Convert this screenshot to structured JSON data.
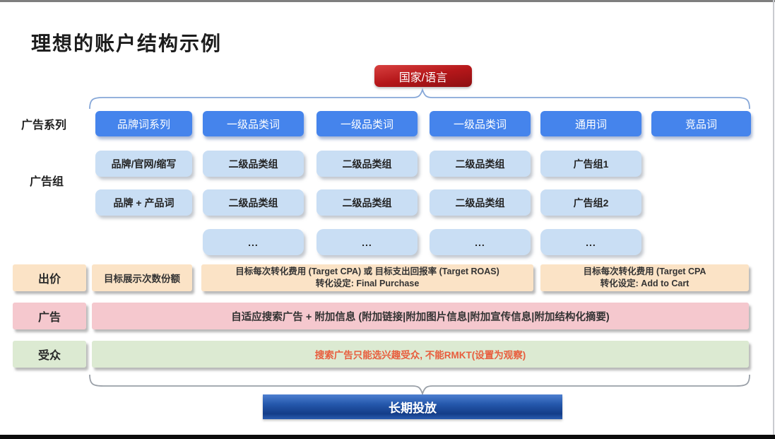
{
  "title": "理想的账户结构示例",
  "badge_label": "国家/语言",
  "row_labels": {
    "campaign": "广告系列",
    "ad_group": "广告组",
    "bid": "出价",
    "ad": "广告",
    "audience": "受众"
  },
  "campaigns": [
    "品牌词系列",
    "一级品类词",
    "一级品类词",
    "一级品类词",
    "通用词",
    "竞品词"
  ],
  "ad_group_rows": {
    "r1": [
      "品牌/官网/缩写",
      "二级品类组",
      "二级品类组",
      "二级品类组",
      "广告组1"
    ],
    "r2": [
      "品牌 + 产品词",
      "二级品类组",
      "二级品类组",
      "二级品类组",
      "广告组2"
    ],
    "r3": [
      "...",
      "...",
      "...",
      "..."
    ]
  },
  "bid_row": {
    "impression_share": "目标展示次数份额",
    "cpa_roas_line1": "目标每次转化费用 (Target CPA) 或 目标支出回报率 (Target ROAS)",
    "cpa_roas_line2": "转化设定: Final Purchase",
    "cart_line1": "目标每次转化费用 (Target CPA",
    "cart_line2": "转化设定: Add to Cart"
  },
  "ad_row_text": "自适应搜索广告 + 附加信息 (附加链接|附加图片信息|附加宣传信息|附加结构化摘要)",
  "audience_row_text": "搜索广告只能选兴趣受众, 不能RMKT(设置为观察)",
  "footer_button": "长期投放",
  "colors": {
    "campaign_blue": "#4584EC",
    "adgroup_light_blue": "#C9DEF4",
    "bid_peach": "#FBE3C6",
    "ad_pink": "#F5C8CE",
    "audience_green": "#DCEAD2",
    "badge_red": "#B01215",
    "footer_blue": "#1C4FA0",
    "audience_text": "#E85D3D"
  }
}
